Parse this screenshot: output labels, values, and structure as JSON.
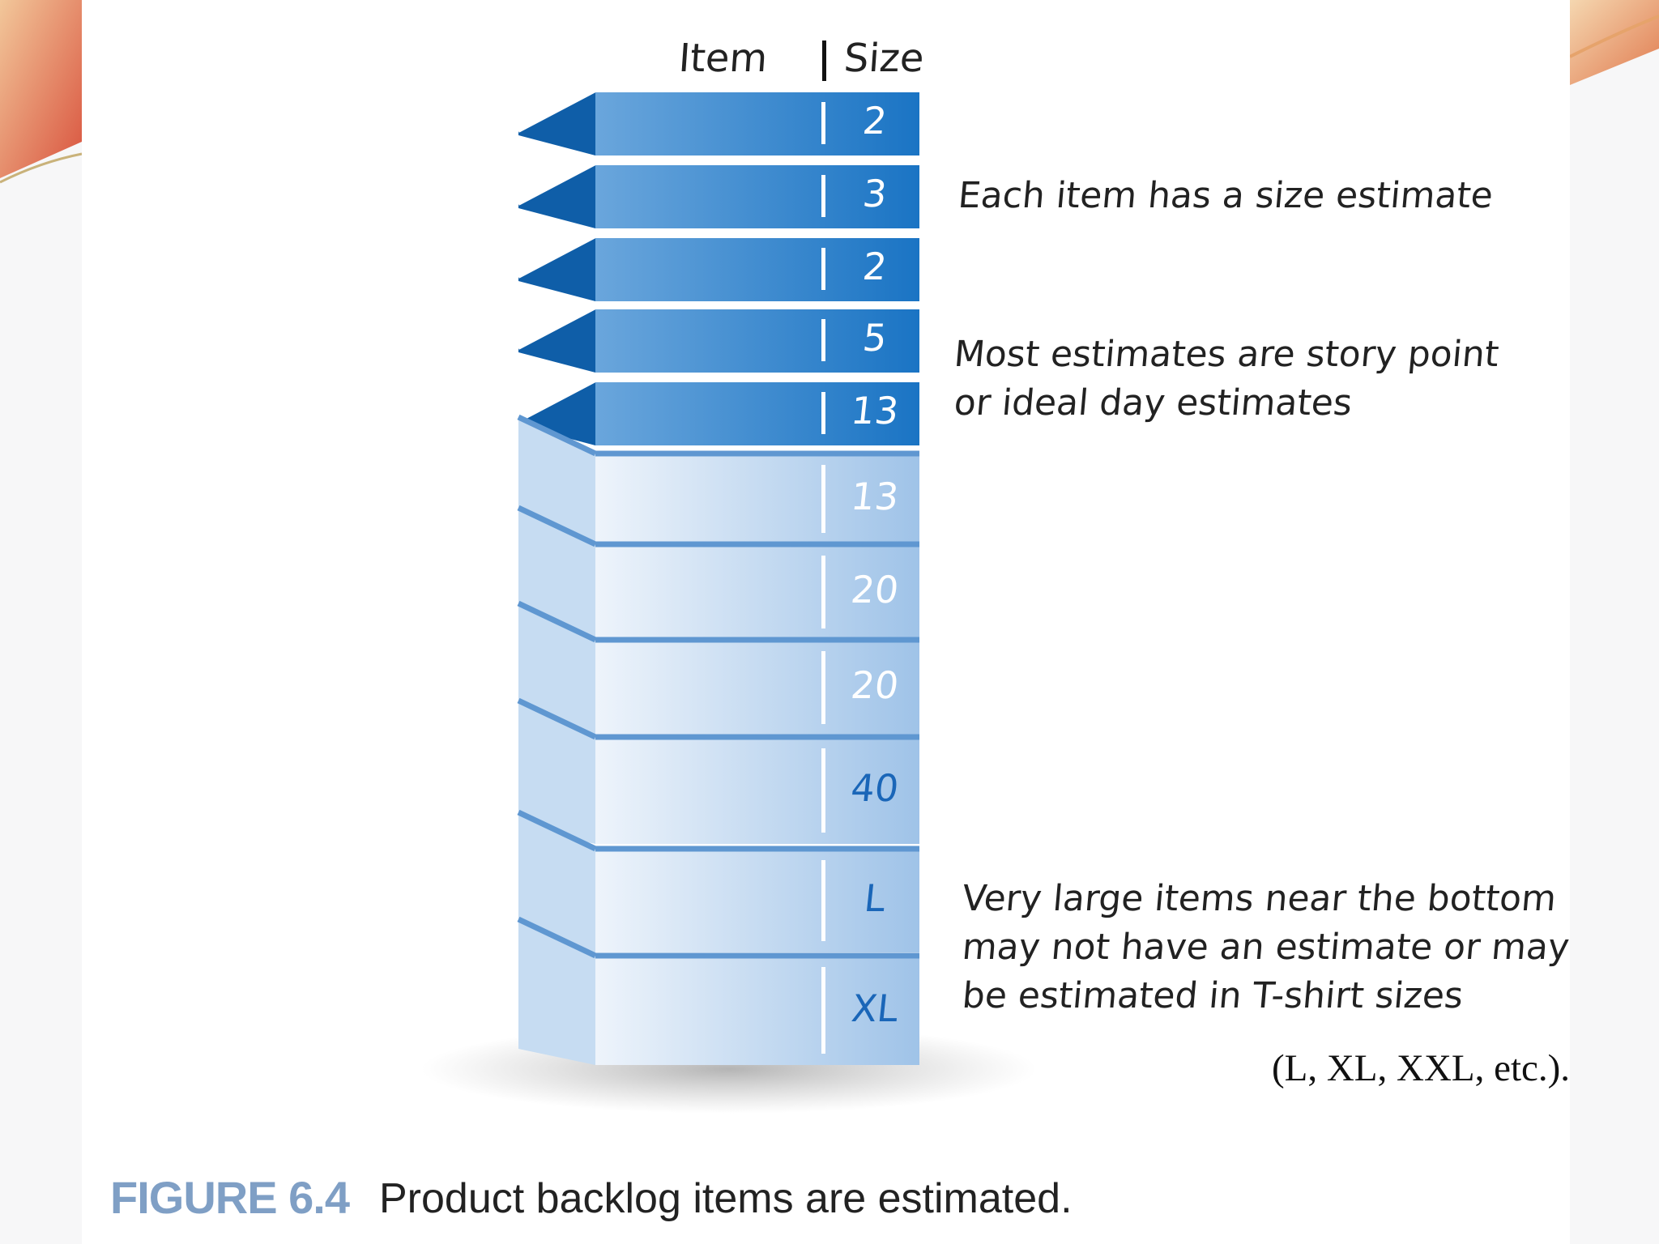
{
  "header": {
    "item": "Item",
    "size": "Size"
  },
  "items": [
    {
      "size": "2",
      "tone": "dark"
    },
    {
      "size": "3",
      "tone": "dark"
    },
    {
      "size": "2",
      "tone": "dark"
    },
    {
      "size": "5",
      "tone": "dark"
    },
    {
      "size": "13",
      "tone": "dark"
    },
    {
      "size": "13",
      "tone": "light"
    },
    {
      "size": "20",
      "tone": "light"
    },
    {
      "size": "20",
      "tone": "light"
    },
    {
      "size": "40",
      "tone": "light"
    },
    {
      "size": "L",
      "tone": "light"
    },
    {
      "size": "XL",
      "tone": "light"
    }
  ],
  "notes": {
    "size_estimate": "Each item has a size estimate",
    "story_points": [
      "Most estimates are story point",
      "or ideal day estimates"
    ],
    "large_items": [
      "Very large items near the bottom",
      "may not have an estimate or may",
      "be estimated in T-shirt sizes"
    ],
    "tshirt_examples": "(L, XL, XXL, etc.)."
  },
  "caption": {
    "figure": "FIGURE 6.4",
    "text": "Product backlog items are estimated."
  },
  "colors": {
    "dark_front": "#1a74c4",
    "dark_side": "#0f5ea8",
    "light_front": "#9fc3e8",
    "light_side": "#c6dcf2",
    "label_dark": "#ffffff",
    "label_light": "#ffffff",
    "label_blue": "#1a66b8",
    "caption_accent": "#7f9fc5"
  }
}
